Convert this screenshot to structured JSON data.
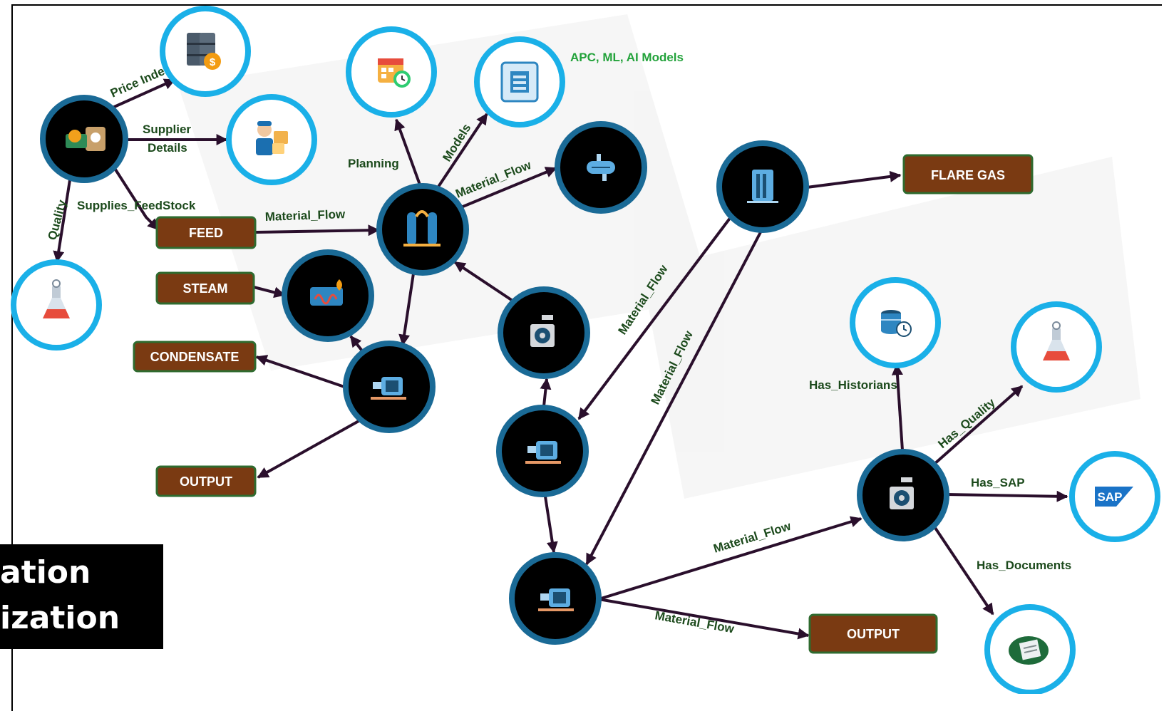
{
  "diagram": {
    "edge_labels": {
      "price_index": "Price Index",
      "supplier_details_1": "Supplier",
      "supplier_details_2": "Details",
      "quality": "Quality",
      "supplies_feedstock": "Supplies_FeedStock",
      "material_flow_feed": "Material_Flow",
      "planning": "Planning",
      "models": "Models",
      "material_flow_hx": "Material_Flow",
      "material_flow_tower_pump": "Material_Flow",
      "material_flow_tower_pump2": "Material_Flow",
      "has_historians": "Has_Historians",
      "has_quality": "Has_Quality",
      "has_sap": "Has_SAP",
      "has_documents": "Has_Documents",
      "material_flow_pump_compressor": "Material_Flow",
      "material_flow_output": "Material_Flow"
    },
    "annotations": {
      "models_note": "APC, ML, AI Models"
    },
    "outputs": {
      "feed": "FEED",
      "steam": "STEAM",
      "condensate": "CONDENSATE",
      "output_left": "OUTPUT",
      "flare_gas": "FLARE GAS",
      "output_right": "OUTPUT"
    },
    "nodes": [
      {
        "id": "supplier-hub",
        "icon": "money-barrel-icon",
        "style": "dark"
      },
      {
        "id": "price-index",
        "icon": "oil-barrels-dollar-icon",
        "style": "light"
      },
      {
        "id": "supplier-details",
        "icon": "delivery-person-icon",
        "style": "light"
      },
      {
        "id": "quality-left",
        "icon": "lab-flask-icon",
        "style": "light"
      },
      {
        "id": "planning",
        "icon": "calendar-clock-icon",
        "style": "light"
      },
      {
        "id": "models",
        "icon": "processor-chip-icon",
        "style": "light"
      },
      {
        "id": "distillation-column",
        "icon": "distillation-column-icon",
        "style": "dark"
      },
      {
        "id": "heat-exchanger",
        "icon": "heat-exchanger-icon",
        "style": "dark"
      },
      {
        "id": "boiler",
        "icon": "boiler-flame-icon",
        "style": "dark"
      },
      {
        "id": "pump-center",
        "icon": "pump-icon",
        "style": "dark"
      },
      {
        "id": "compressor-center",
        "icon": "compressor-fan-icon",
        "style": "dark"
      },
      {
        "id": "pump-mid",
        "icon": "pump-icon",
        "style": "dark"
      },
      {
        "id": "pump-bottom",
        "icon": "pump-icon",
        "style": "dark"
      },
      {
        "id": "tower-right",
        "icon": "storage-tower-icon",
        "style": "dark"
      },
      {
        "id": "compressor-right",
        "icon": "compressor-fan-icon",
        "style": "dark"
      },
      {
        "id": "historian",
        "icon": "database-clock-icon",
        "style": "light"
      },
      {
        "id": "quality-right",
        "icon": "lab-flask-icon",
        "style": "light"
      },
      {
        "id": "sap",
        "icon": "sap-logo-icon",
        "style": "light"
      },
      {
        "id": "documents",
        "icon": "blueprint-document-icon",
        "style": "light"
      }
    ],
    "banner": {
      "line1": "ation",
      "line2": "ization"
    },
    "colors": {
      "edge": "#2a0f2c",
      "label": "#1c4a1c",
      "output_box": "#7a3a12",
      "output_border": "#2f6b2f",
      "dark_node_fill": "#000000",
      "dark_node_ring": "#1a6a96",
      "light_node_ring": "#1ab0e8",
      "accent_green": "#22a23a"
    }
  }
}
